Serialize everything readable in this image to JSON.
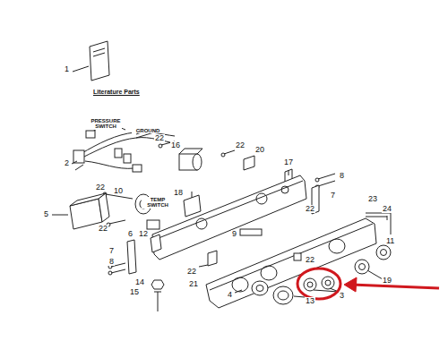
{
  "diagram": {
    "labels": [
      "1",
      "Literature Parts",
      "PRESSURE SWITCH",
      "GROUND",
      "2",
      "22",
      "16",
      "22",
      "20",
      "17",
      "8",
      "22",
      "10",
      "TEMP SWITCH",
      "18",
      "5",
      "7",
      "22",
      "22",
      "23",
      "24",
      "9",
      "12",
      "7",
      "8",
      "6",
      "11",
      "22",
      "22",
      "14",
      "21",
      "15",
      "4",
      "13",
      "3",
      "19"
    ]
  }
}
